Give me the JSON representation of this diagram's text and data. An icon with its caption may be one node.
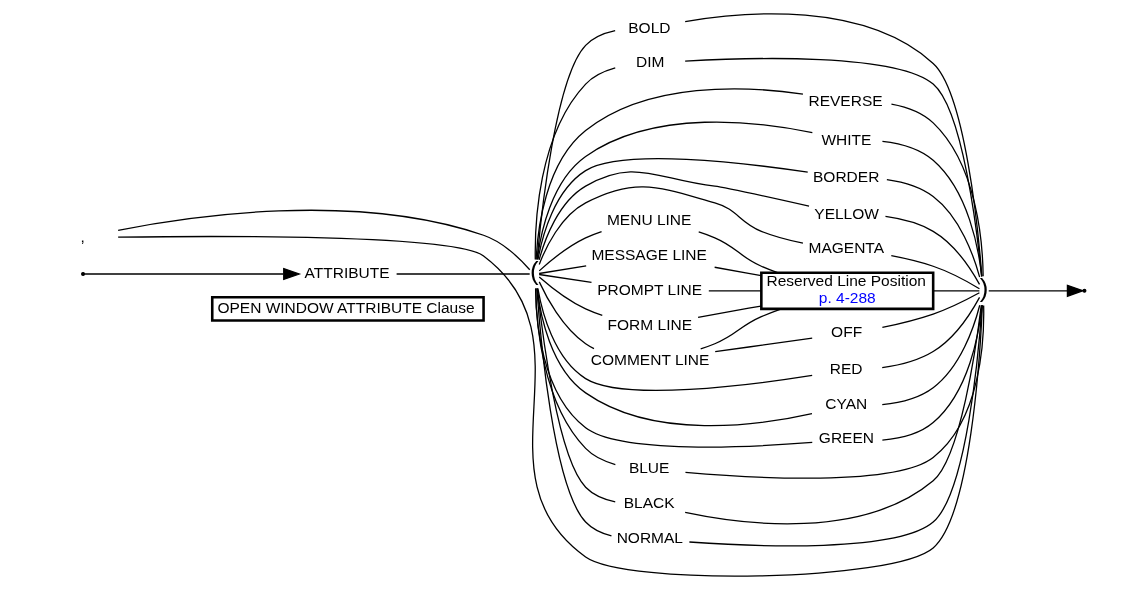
{
  "diagram": {
    "nodes": [
      {
        "text": [
          "OPEN WINDOW ATTRIBUTE Clause"
        ]
      },
      {
        "text": [
          "ATTRIBUTE"
        ]
      },
      {
        "text": [
          "("
        ]
      },
      {
        "text": [
          ","
        ]
      },
      {
        "text": [
          "REVERSE"
        ]
      },
      {
        "text": [
          ")"
        ]
      },
      {
        "text": [
          "WHITE"
        ]
      },
      {
        "text": [
          "BORDER"
        ]
      },
      {
        "text": [
          "YELLOW"
        ]
      },
      {
        "text": [
          "PROMPT LINE"
        ]
      },
      {
        "text": [
          "Reserved Line Position",
          "p. 4-288"
        ]
      },
      {
        "text": [
          "MAGENTA"
        ]
      },
      {
        "text": [
          "FORM LINE"
        ]
      },
      {
        "text": [
          "RED"
        ]
      },
      {
        "text": [
          "MENU LINE"
        ]
      },
      {
        "text": [
          "CYAN"
        ]
      },
      {
        "text": [
          "MESSAGE LINE"
        ]
      },
      {
        "text": [
          "GREEN"
        ]
      },
      {
        "text": [
          "COMMENT LINE"
        ]
      },
      {
        "text": [
          "OFF"
        ]
      },
      {
        "text": [
          "BLUE"
        ]
      },
      {
        "text": [
          "BLACK"
        ]
      },
      {
        "text": [
          "NORMAL"
        ]
      },
      {
        "text": [
          "BOLD"
        ]
      },
      {
        "text": [
          "DIM"
        ]
      }
    ],
    "edges": [
      {
        "from": null,
        "to": 1,
        "arrow": "to"
      },
      {
        "from": 1,
        "to": 2,
        "arrow": "none"
      },
      {
        "from": 2,
        "to": 4,
        "arrow": "none"
      },
      {
        "from": 2,
        "to": 7,
        "arrow": "none"
      },
      {
        "from": 2,
        "to": 9,
        "arrow": "none"
      },
      {
        "from": 2,
        "to": 12,
        "arrow": "none"
      },
      {
        "from": 2,
        "to": 14,
        "arrow": "none"
      },
      {
        "from": 2,
        "to": 16,
        "arrow": "none"
      },
      {
        "from": 2,
        "to": 18,
        "arrow": "none"
      },
      {
        "from": 2,
        "to": 6,
        "arrow": "none"
      },
      {
        "from": 2,
        "to": 8,
        "arrow": "none"
      },
      {
        "from": 2,
        "to": 11,
        "arrow": "none"
      },
      {
        "from": 2,
        "to": 13,
        "arrow": "none"
      },
      {
        "from": 2,
        "to": 15,
        "arrow": "none"
      },
      {
        "from": 2,
        "to": 17,
        "arrow": "none"
      },
      {
        "from": 2,
        "to": 20,
        "arrow": "none"
      },
      {
        "from": 2,
        "to": 21,
        "arrow": "none"
      },
      {
        "from": 2,
        "to": 22,
        "arrow": "none"
      },
      {
        "from": 2,
        "to": 23,
        "arrow": "none"
      },
      {
        "from": 2,
        "to": 24,
        "arrow": "none"
      },
      {
        "from": 4,
        "to": 5,
        "arrow": "none"
      },
      {
        "from": 7,
        "to": 5,
        "arrow": "none"
      },
      {
        "from": 9,
        "to": 10,
        "arrow": "none"
      },
      {
        "from": 12,
        "to": 10,
        "arrow": "none"
      },
      {
        "from": 14,
        "to": 10,
        "arrow": "none"
      },
      {
        "from": 16,
        "to": 10,
        "arrow": "none"
      },
      {
        "from": 18,
        "to": 10,
        "arrow": "none"
      },
      {
        "from": 10,
        "to": 5,
        "arrow": "none"
      },
      {
        "from": 18,
        "to": 19,
        "arrow": "none"
      },
      {
        "from": 19,
        "to": 5,
        "arrow": "none"
      },
      {
        "from": 6,
        "to": 5,
        "arrow": "none"
      },
      {
        "from": 8,
        "to": 5,
        "arrow": "none"
      },
      {
        "from": 11,
        "to": 5,
        "arrow": "none"
      },
      {
        "from": 13,
        "to": 5,
        "arrow": "none"
      },
      {
        "from": 15,
        "to": 5,
        "arrow": "none"
      },
      {
        "from": 17,
        "to": 5,
        "arrow": "none"
      },
      {
        "from": 20,
        "to": 5,
        "arrow": "none"
      },
      {
        "from": 21,
        "to": 5,
        "arrow": "none"
      },
      {
        "from": 22,
        "to": 5,
        "arrow": "none"
      },
      {
        "from": 23,
        "to": 5,
        "arrow": "none"
      },
      {
        "from": 24,
        "to": 5,
        "arrow": "none"
      },
      {
        "from": 5,
        "to": 3,
        "arrow": "none"
      },
      {
        "from": 3,
        "to": 2,
        "arrow": "none"
      },
      {
        "from": 5,
        "to": null,
        "arrow": "to"
      }
    ]
  }
}
